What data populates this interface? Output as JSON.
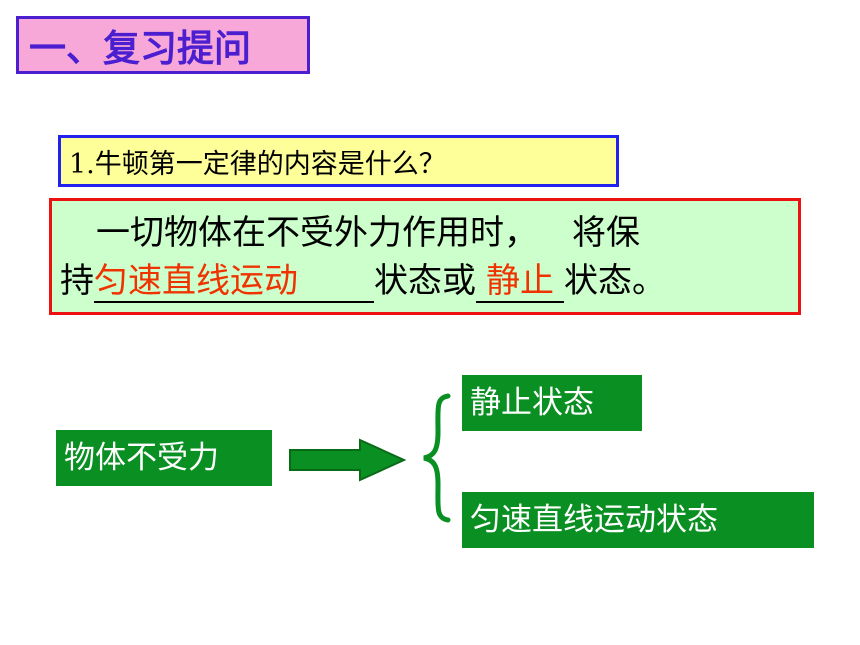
{
  "title": "一、复习提问",
  "question": "1.牛顿第一定律的内容是什么？",
  "answer": {
    "line1_text": "一切物体在不受外力作用时，",
    "line1_tail": "将保",
    "line2_start": "持",
    "blank1": "匀速直线运动",
    "middle": "状态或",
    "blank2": "静止",
    "end": "状态。"
  },
  "diagram": {
    "source": "物体不受力",
    "outcome_top": "静止状态",
    "outcome_bottom": "匀速直线运动状态"
  },
  "colors": {
    "title_bg": "#f7a8d8",
    "title_border": "#4b1fd0",
    "question_bg": "#ffff99",
    "question_border": "#2222ee",
    "answer_bg": "#ccffcc",
    "answer_border": "#ee1111",
    "fill_in_text": "#ee3300",
    "green_box": "#0a8f22"
  },
  "icons": {
    "arrow": "right-arrow-icon",
    "brace": "left-curly-brace-icon"
  }
}
